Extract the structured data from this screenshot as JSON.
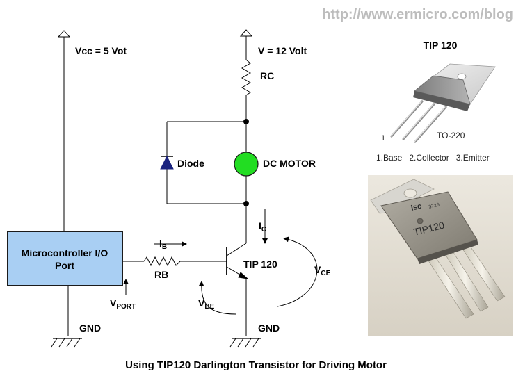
{
  "header": {
    "url": "http://www.ermicro.com/blog"
  },
  "schematic": {
    "vcc_label": "Vcc = 5 Vot",
    "v12_label": "V = 12 Volt",
    "rc_label": "RC",
    "diode_label": "Diode",
    "motor_label": "DC MOTOR",
    "mcu_line1": "Microcontroller I/O",
    "mcu_line2": "Port",
    "rb_label": "RB",
    "ib_main": "I",
    "ib_sub": "B",
    "ic_main": "I",
    "ic_sub": "C",
    "transistor_label": "TIP 120",
    "vce_main": "V",
    "vce_sub": "CE",
    "vbe_main": "V",
    "vbe_sub": "BE",
    "vport_main": "V",
    "vport_sub": "PORT",
    "gnd_left": "GND",
    "gnd_right": "GND"
  },
  "package": {
    "title": "TIP 120",
    "pin1_marker": "1",
    "package_name": "TO-220",
    "pins": "1.Base   2.Collector   3.Emitter"
  },
  "photo": {
    "brand": "isc",
    "code": "3726",
    "marking": "TIP120"
  },
  "caption": "Using TIP120 Darlington Transistor for Driving Motor",
  "colors": {
    "mcu_fill": "#a9cff3",
    "motor_fill": "#22dd22",
    "diode_fill": "#1a237e",
    "url_text": "#bdbdbd"
  }
}
